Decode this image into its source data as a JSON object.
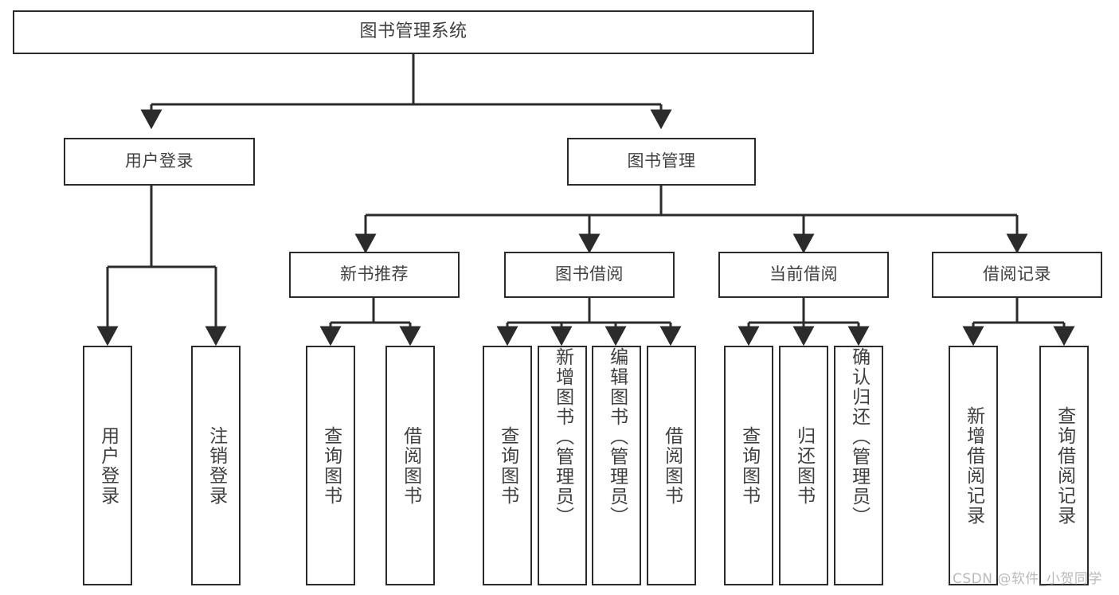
{
  "diagram": {
    "title": "图书管理系统",
    "type": "tree-hierarchy-diagram",
    "accent_color": "#2b2b2b",
    "background_color": "#ffffff",
    "text_color": "#3f3f3f",
    "root": {
      "label": "图书管理系统"
    },
    "level2": [
      {
        "label": "用户登录"
      },
      {
        "label": "图书管理"
      }
    ],
    "level3": [
      {
        "label": "新书推荐"
      },
      {
        "label": "图书借阅"
      },
      {
        "label": "当前借阅"
      },
      {
        "label": "借阅记录"
      }
    ],
    "leaves": {
      "user_login": [
        {
          "label": "用户登录"
        },
        {
          "label": "注销登录"
        }
      ],
      "new_book_recommend": [
        {
          "label": "查询图书"
        },
        {
          "label": "借阅图书"
        }
      ],
      "book_borrow": [
        {
          "label": "查询图书"
        },
        {
          "label": "新增图书（管理员）"
        },
        {
          "label": "编辑图书（管理员）"
        },
        {
          "label": "借阅图书"
        }
      ],
      "current_borrow": [
        {
          "label": "查询图书"
        },
        {
          "label": "归还图书"
        },
        {
          "label": "确认归还（管理员）"
        }
      ],
      "borrow_record": [
        {
          "label": "新增借阅记录"
        },
        {
          "label": "查询借阅记录"
        }
      ]
    }
  },
  "watermark": {
    "text": "CSDN @软件_小贺同学"
  }
}
